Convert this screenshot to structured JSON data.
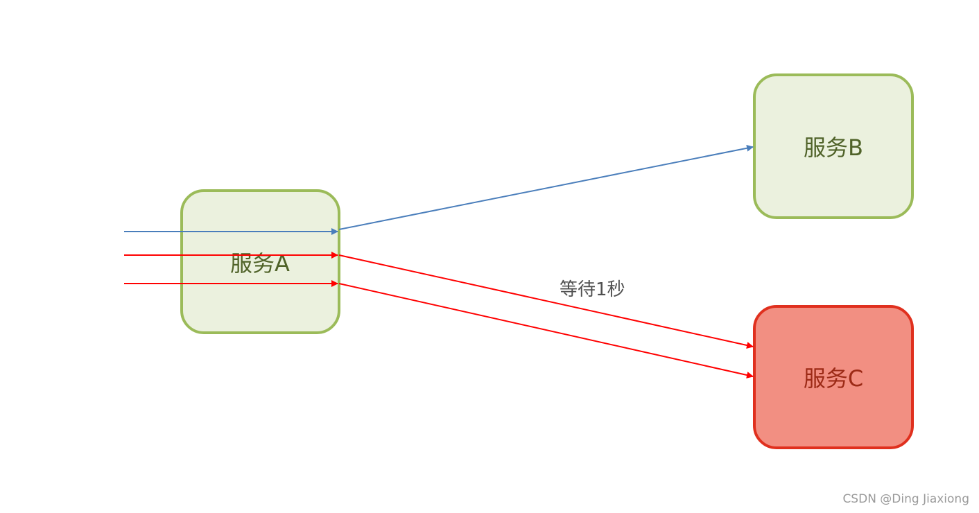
{
  "nodes": {
    "service_a": {
      "label": "服务A",
      "fill": "#ebf1de",
      "stroke": "#9bbb59",
      "text_color": "#4f6228"
    },
    "service_b": {
      "label": "服务B",
      "fill": "#ebf1de",
      "stroke": "#9bbb59",
      "text_color": "#4f6228"
    },
    "service_c": {
      "label": "服务C",
      "fill": "#f28f82",
      "stroke": "#e0301e",
      "text_color": "#9c2a16"
    }
  },
  "edges": {
    "blue_color": "#4a7ebb",
    "red_color": "#ff0000",
    "wait_label": "等待1秒"
  },
  "watermark": "CSDN @Ding Jiaxiong"
}
